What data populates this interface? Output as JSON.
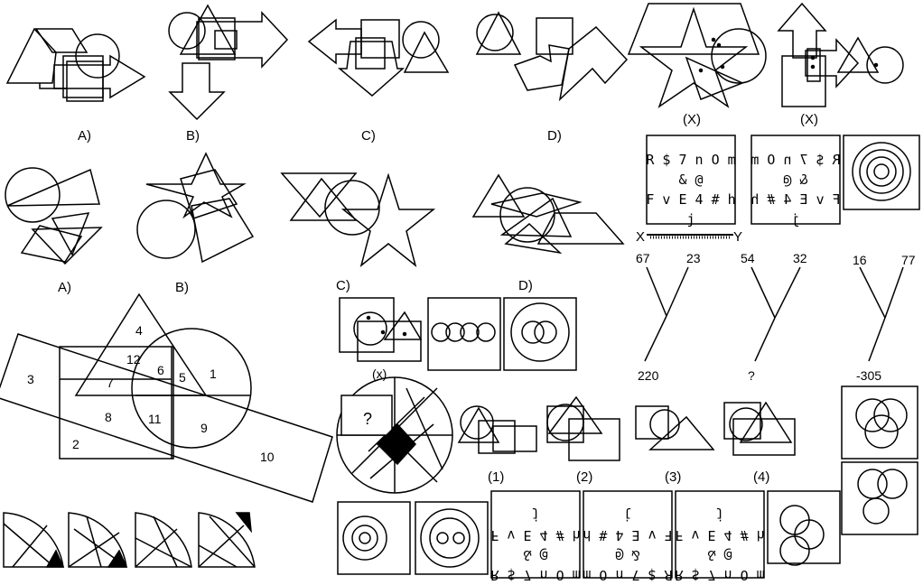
{
  "row1_options": {
    "a": "A)",
    "b": "B)",
    "c": "C)",
    "d": "D)"
  },
  "row1_x_labels": [
    "(X)",
    "(X)"
  ],
  "row2_options": {
    "a": "A)",
    "b": "B)",
    "c": "C)",
    "d": "D)"
  },
  "mirror_problem": {
    "line1": "R $ 7 n O m",
    "line2": "& @",
    "line3": "F v E 4 # h j",
    "axis_x": "X",
    "axis_y": "Y"
  },
  "mirror_options": [
    "(1)",
    "(2)",
    "(3)",
    "(4)"
  ],
  "venn_numbers": [
    "4",
    "12",
    "6",
    "5",
    "1",
    "7",
    "8",
    "11",
    "9",
    "3",
    "2",
    "10"
  ],
  "branch_puzzle": {
    "b1": {
      "left": "67",
      "right": "23",
      "result": "220"
    },
    "b2": {
      "left": "54",
      "right": "32",
      "result": "?"
    },
    "b3": {
      "left": "16",
      "right": "77",
      "result": "-305"
    }
  },
  "x_label_small": "(x)",
  "circle_question": "?"
}
